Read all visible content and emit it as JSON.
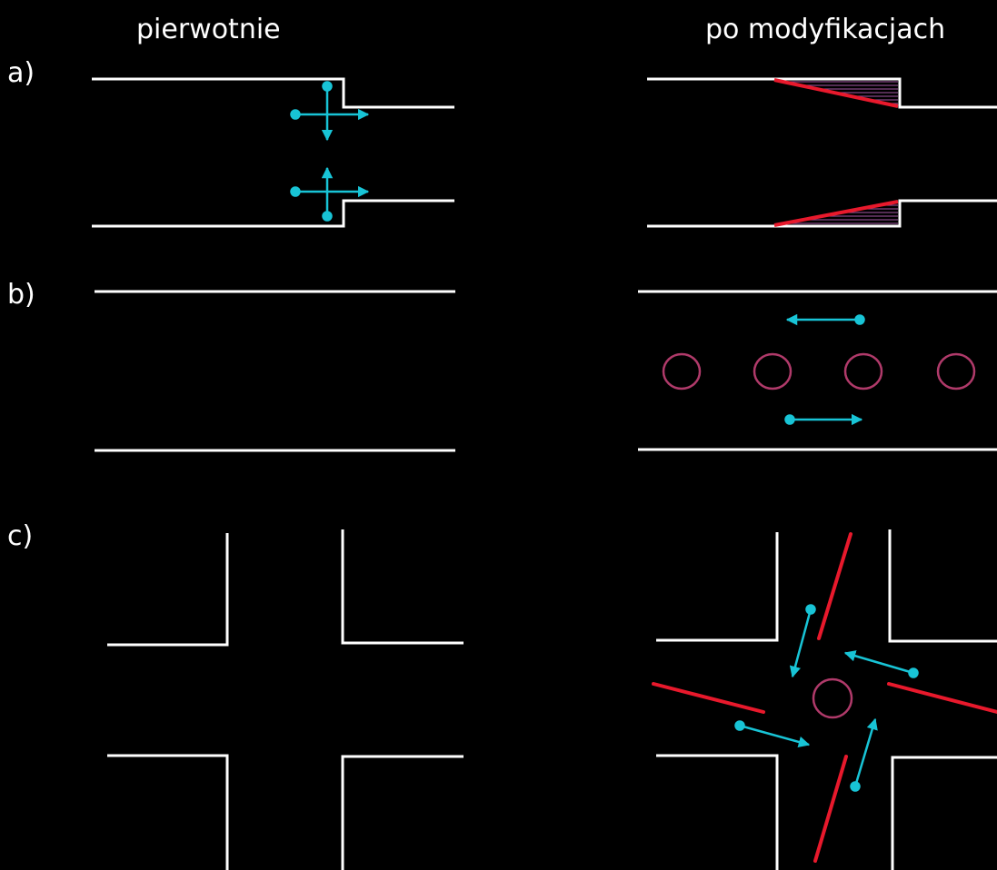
{
  "headers": {
    "left": "pierwotnie",
    "right": "po modyfikacjach"
  },
  "rows": {
    "a": "a)",
    "b": "b)",
    "c": "c)"
  },
  "colors": {
    "background": "#000000",
    "road_edge": "#ffffff",
    "flow_arrow": "#18c4d6",
    "barrier_red": "#e8192c",
    "island_outline": "#b03a6a",
    "hatch": "#8a4a8a"
  },
  "icons": {
    "flow_arrow": "arrow-with-dot-icon",
    "island": "traffic-island-circle-icon",
    "barrier": "red-kerb-line-icon"
  }
}
